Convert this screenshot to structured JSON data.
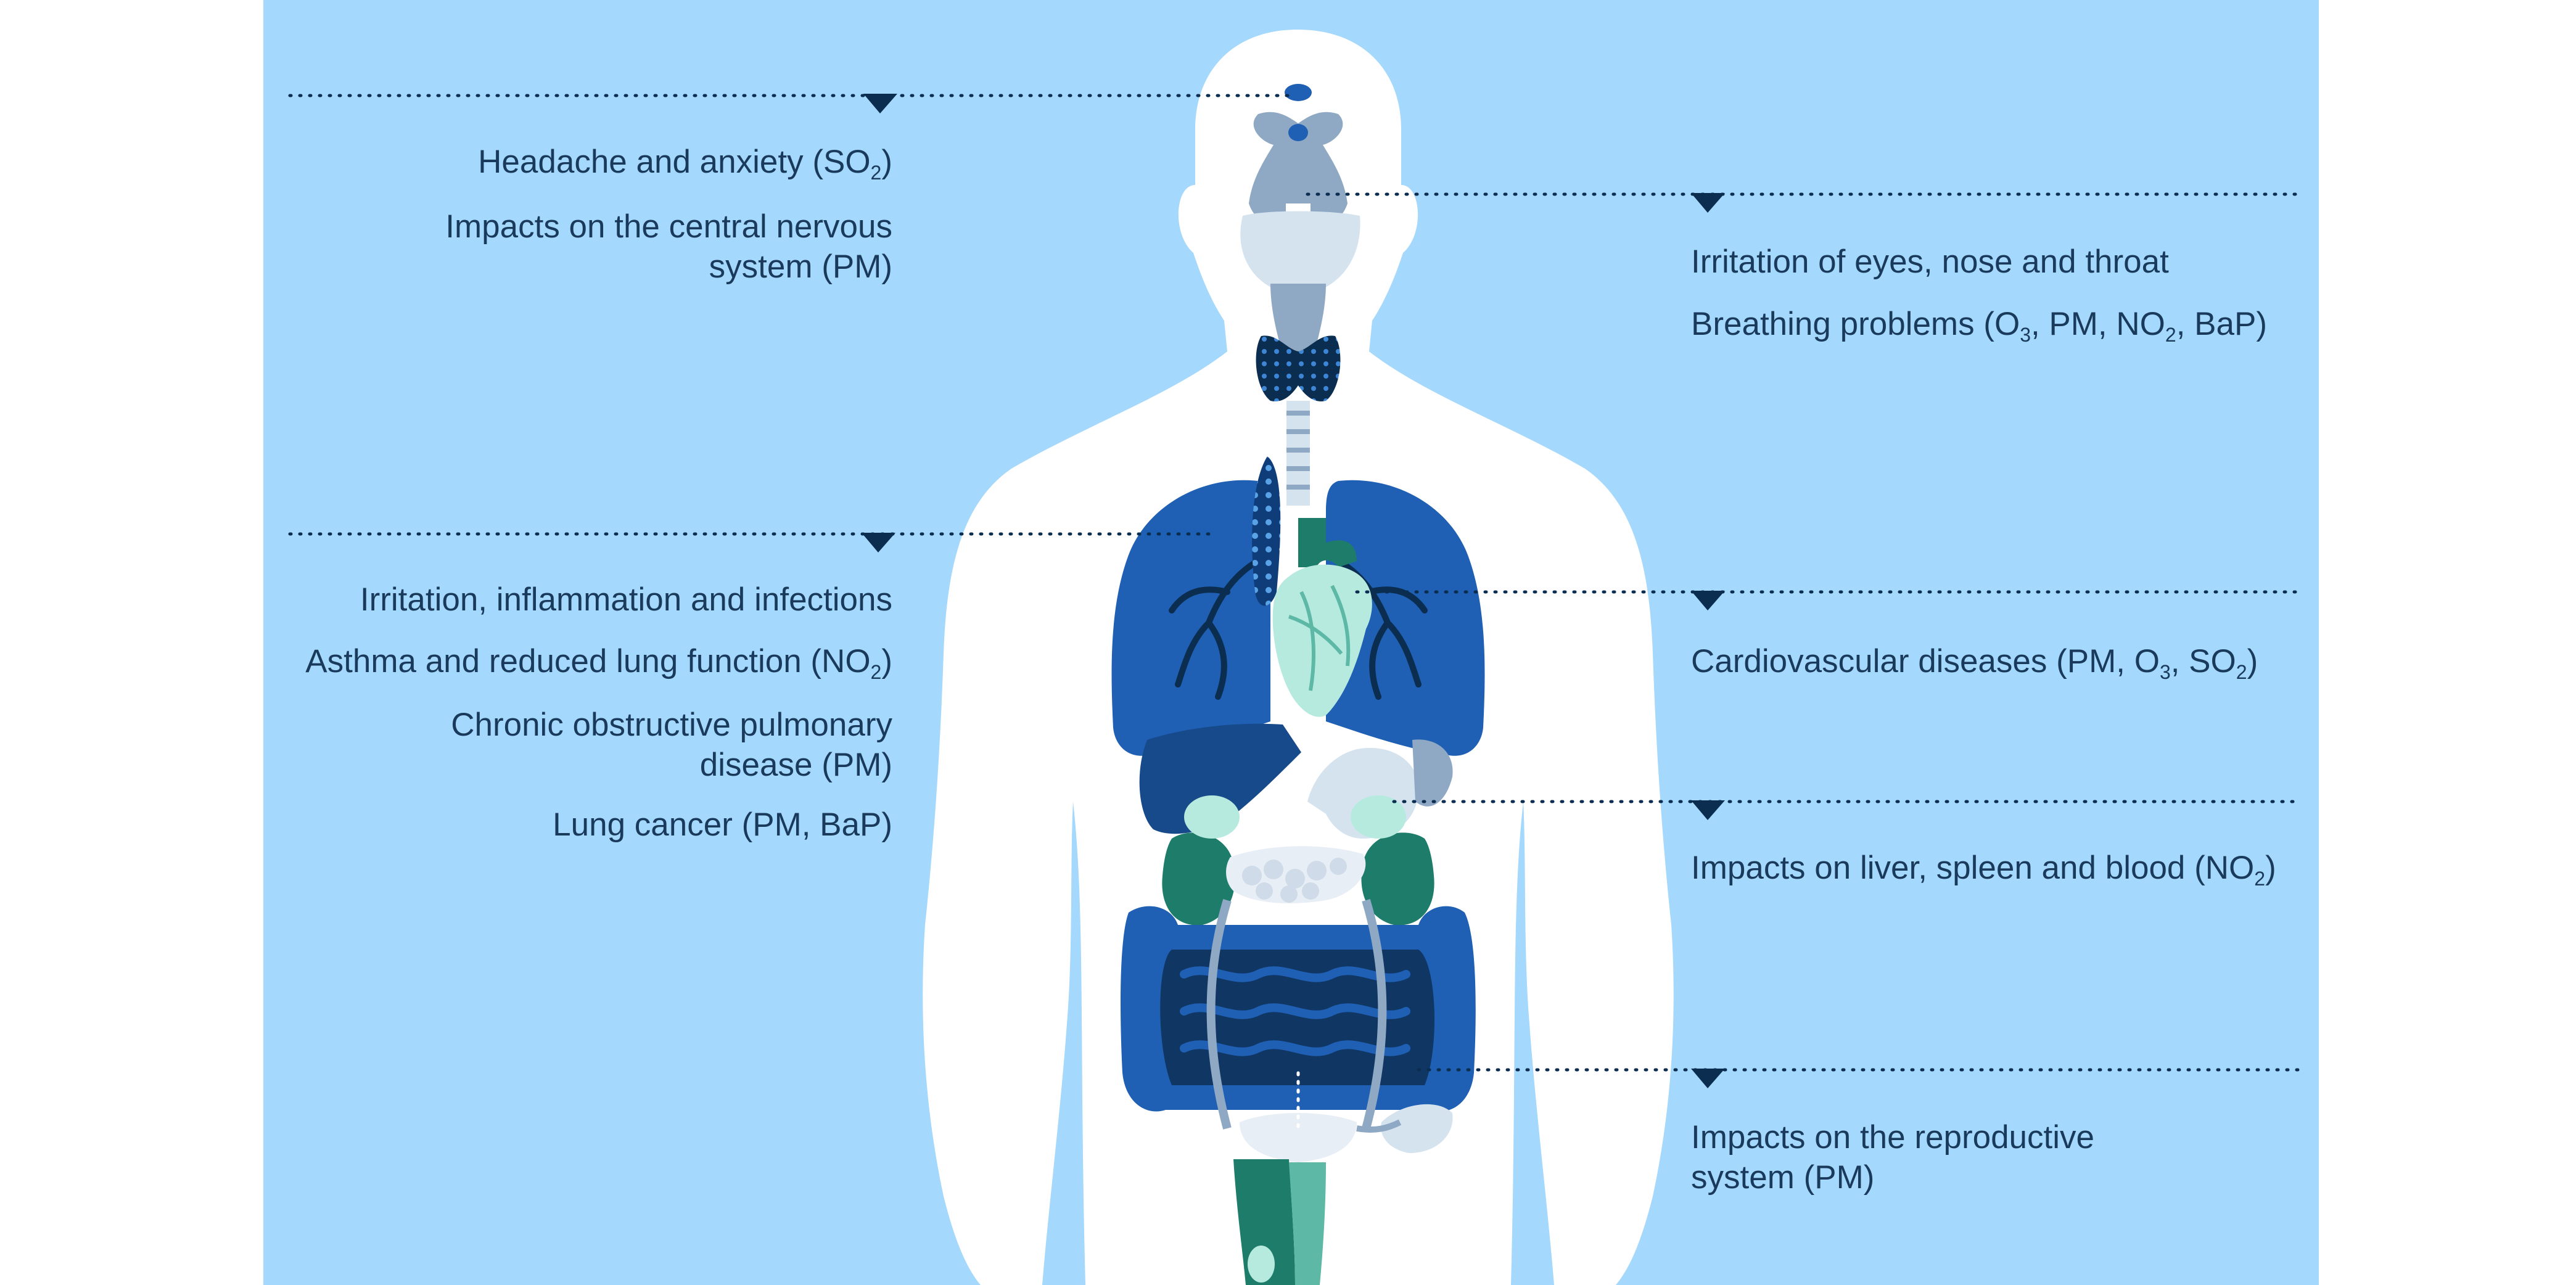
{
  "colors": {
    "background": "#a4d8fc",
    "silhouette": "#ffffff",
    "text": "#1a3a5c",
    "marker": "#0b2d4f",
    "lung": "#1f60b4",
    "lung_dark": "#0f3d7a",
    "heart": "#b6eadf",
    "green_organ": "#1d7d6a",
    "grey_organ": "#8fa8c4",
    "light_grey_organ": "#d5e3ef"
  },
  "labels": {
    "brain": {
      "lines": [
        {
          "text": "Headache and anxiety (SO",
          "sub": "2",
          "tail": ")"
        }
      ]
    },
    "cns": {
      "lines": [
        {
          "text": "Impacts on the central nervous"
        },
        {
          "text": "system (PM)"
        }
      ]
    },
    "eyes": {
      "lines": [
        {
          "text": "Irritation of eyes, nose and throat"
        }
      ]
    },
    "breathing": {
      "lines": [
        {
          "text": "Breathing problems (O",
          "sub": "3",
          "tail": ", PM, NO",
          "sub2": "2",
          "tail2": ", BaP)"
        }
      ]
    },
    "irritation": {
      "lines": [
        {
          "text": "Irritation, inflammation and infections"
        }
      ]
    },
    "asthma": {
      "lines": [
        {
          "text": "Asthma and reduced lung function (NO",
          "sub": "2",
          "tail": ")"
        }
      ]
    },
    "copd": {
      "lines": [
        {
          "text": "Chronic obstructive pulmonary"
        },
        {
          "text": "disease (PM)"
        }
      ]
    },
    "lung_cancer": {
      "lines": [
        {
          "text": "Lung cancer (PM, BaP)"
        }
      ]
    },
    "cardio": {
      "lines": [
        {
          "text": "Cardiovascular diseases (PM, O",
          "sub": "3",
          "tail": ", SO",
          "sub2": "2",
          "tail2": ")"
        }
      ]
    },
    "liver": {
      "lines": [
        {
          "text": "Impacts on liver, spleen and blood (NO",
          "sub": "2",
          "tail": ")"
        }
      ]
    },
    "reproductive": {
      "lines": [
        {
          "text": "Impacts on the reproductive"
        },
        {
          "text": "system (PM)"
        }
      ]
    }
  }
}
